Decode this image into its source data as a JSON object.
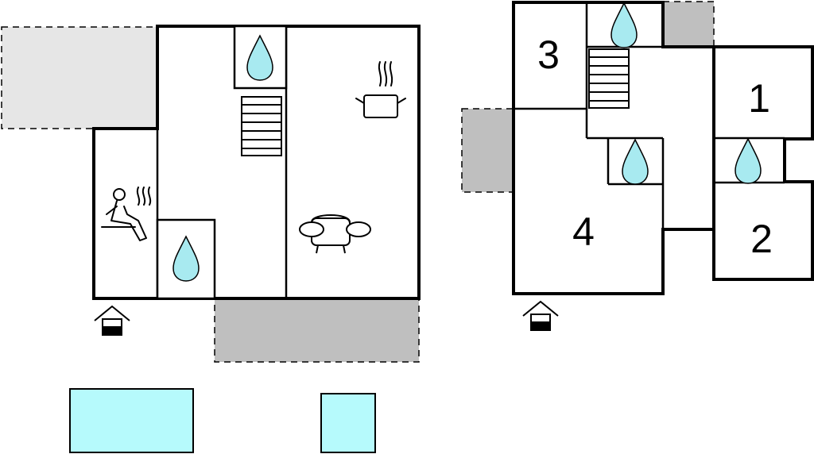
{
  "floors": [
    {
      "id": "ground-floor",
      "rooms": [],
      "icons": [
        "sauna-icon",
        "water-drop-icon",
        "water-drop-icon",
        "stairs-icon",
        "cooking-pot-icon",
        "sofa-icon",
        "entrance-icon"
      ],
      "outdoor": [
        "terrace",
        "terrace",
        "swimming-pool",
        "whirlpool"
      ]
    },
    {
      "id": "upper-floor",
      "rooms": [
        {
          "label": "1"
        },
        {
          "label": "2"
        },
        {
          "label": "3"
        },
        {
          "label": "4"
        }
      ],
      "icons": [
        "water-drop-icon",
        "water-drop-icon",
        "water-drop-icon",
        "stairs-icon",
        "entrance-icon"
      ],
      "outdoor": [
        "balcony",
        "balcony"
      ]
    }
  ],
  "colors": {
    "wall": "#000000",
    "water": "#b2f2f5",
    "water_fill": "#a8eaf0",
    "pool": "#b6fafc",
    "terrace_light": "#e6e6e6",
    "terrace_dark": "#bfbfbf"
  }
}
